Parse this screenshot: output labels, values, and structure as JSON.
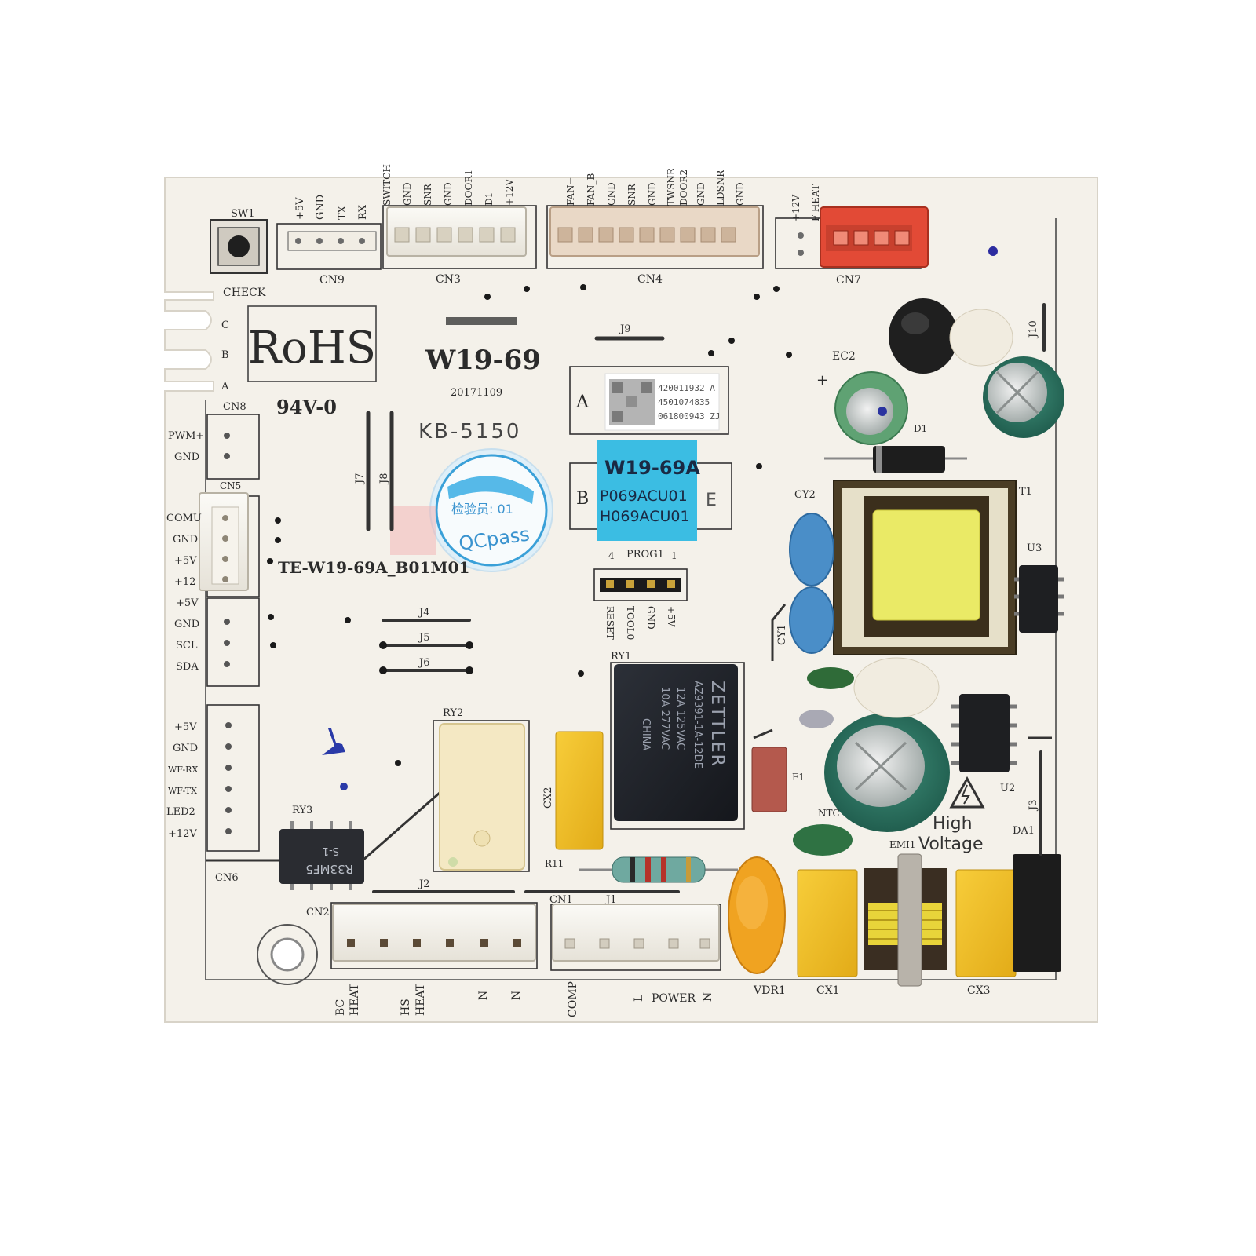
{
  "board": {
    "brand_text": "W19-69",
    "date_code": "20171109",
    "model_code": "KB-5150",
    "rohs": "RoHS",
    "flammability": "94V-0",
    "part_number": "TE-W19-69A_B01M01",
    "high_voltage_line1": "High",
    "high_voltage_line2": "Voltage"
  },
  "qr_label": {
    "row_a": "A",
    "row_b": "B",
    "lines": [
      "420011932 A",
      "4501074835",
      "061800943 ZJ"
    ]
  },
  "blue_label": {
    "line1": "W19-69A",
    "line2": "P069ACU01",
    "line3": "H069ACU01",
    "side_text": "E"
  },
  "qc_sticker": {
    "line1": "检验员: 01",
    "line2": "QCpass"
  },
  "edge_letters": [
    "C",
    "B",
    "A"
  ],
  "top_connectors": {
    "sw1": "SW1",
    "check": "CHECK",
    "cn9_label": "CN9",
    "cn9_pins": [
      "+5V",
      "GND",
      "TX",
      "RX"
    ],
    "cn3_label": "CN3",
    "cn3_pins": [
      "SWITCH",
      "GND",
      "SNR",
      "GND",
      "DOOR1",
      "D1",
      "+12V"
    ],
    "cn4_label": "CN4",
    "cn4_pins": [
      "FAN+",
      "FAN_B",
      "GND",
      "SNR",
      "GND",
      "TWSNR",
      "DOOR2",
      "GND",
      "LDSNR",
      "GND"
    ],
    "cn7_label": "CN7",
    "cn7_pins": [
      "+12V",
      "F-HEAT"
    ]
  },
  "left_connectors": {
    "cn8_label": "CN8",
    "cn8_pins": [
      "PWM+",
      "GND"
    ],
    "cn5_label": "CN5",
    "cn5_pins": [
      "COMU",
      "GND",
      "+5V",
      "+12"
    ],
    "i2c_pins": [
      "+5V",
      "GND",
      "SCL",
      "SDA"
    ],
    "cn6_label": "CN6",
    "cn6_pins": [
      "+5V",
      "GND",
      "WF-RX",
      "WF-TX",
      "LED2",
      "+12V"
    ]
  },
  "jumpers": {
    "j9": "J9",
    "j7": "J7",
    "j8": "J8",
    "j4": "J4",
    "j5": "J5",
    "j6": "J6",
    "j2": "J2",
    "j1": "J1",
    "j10": "J10",
    "j3": "J3"
  },
  "prog": {
    "label": "PROG1",
    "num_left": "4",
    "num_right": "1",
    "pins": [
      "RESET",
      "TOOL0",
      "GND",
      "+5V"
    ]
  },
  "components": {
    "ry1": "RY1",
    "ry2": "RY2",
    "ry3": "RY3",
    "ry3_text1": "R33MF5",
    "ry3_text2": "S-1",
    "relay_brand": "ZETTLER",
    "relay_model": "AZ9391-1A-12DE",
    "relay_rating1": "12A 125VAC",
    "relay_rating2": "10A 277VAC",
    "relay_origin": "CHINA",
    "cx1": "CX1",
    "cx2": "CX2",
    "cx3": "CX3",
    "cy1": "CY1",
    "cy2": "CY2",
    "ec2": "EC2",
    "d1": "D1",
    "t1": "T1",
    "u2": "U2",
    "u3": "U3",
    "f1": "F1",
    "ntc": "NTC",
    "r11": "R11",
    "emi1": "EMI1",
    "da1": "DA1",
    "vdr1": "VDR1",
    "cap_plus": "+"
  },
  "bottom": {
    "cn2_label": "CN2",
    "cn1_label": "CN1",
    "bc_heat": [
      "BC",
      "HEAT"
    ],
    "hs_heat": [
      "HS",
      "HEAT"
    ],
    "n1": "N",
    "n2": "N",
    "comp": "COMP",
    "l": "L",
    "power": "POWER",
    "n3": "N"
  }
}
